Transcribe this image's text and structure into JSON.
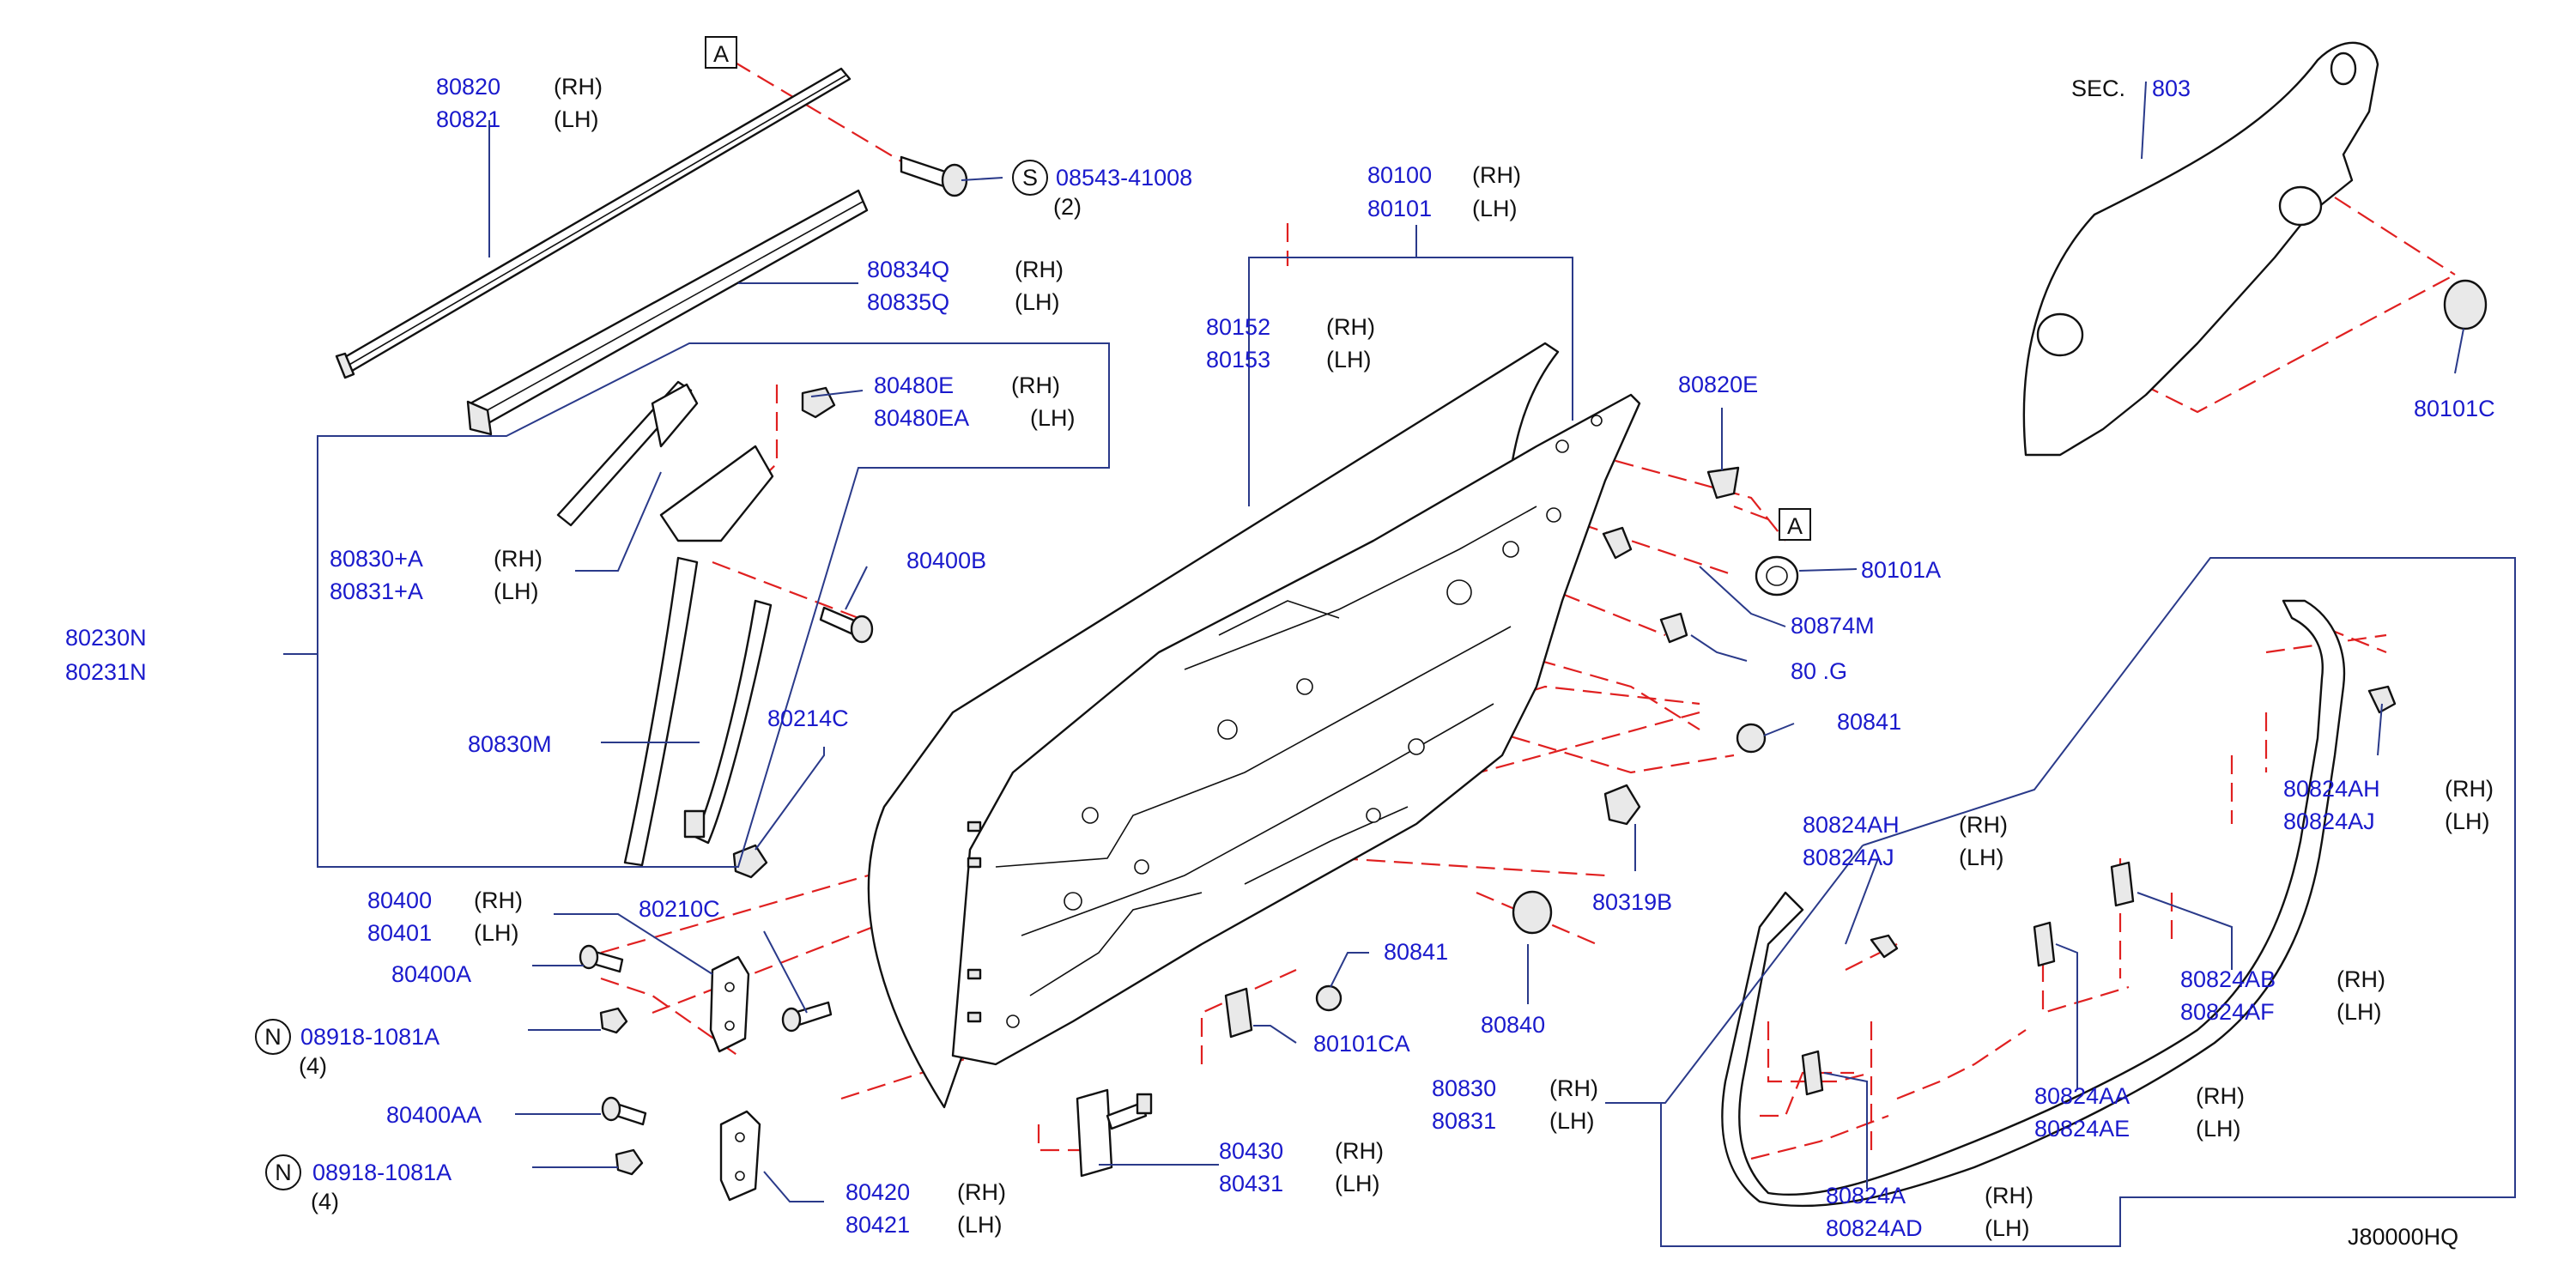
{
  "diagram": {
    "code": "J80000HQ",
    "sec_label": "SEC.",
    "sec_number": "803",
    "ref_letter": "A",
    "parts": [
      {
        "id": "p80820",
        "number": "80820",
        "side": "(RH)"
      },
      {
        "id": "p80821",
        "number": "80821",
        "side": "(LH)"
      },
      {
        "id": "p08543",
        "number": "08543-41008",
        "qty": "(2)",
        "symbol": "S"
      },
      {
        "id": "p80834q",
        "number": "80834Q",
        "side": "(RH)"
      },
      {
        "id": "p80835q",
        "number": "80835Q",
        "side": "(LH)"
      },
      {
        "id": "p80480e",
        "number": "80480E",
        "side": "(RH)"
      },
      {
        "id": "p80480ea",
        "number": "80480EA",
        "side": "(LH)"
      },
      {
        "id": "p80830a",
        "number": "80830+A",
        "side": "(RH)"
      },
      {
        "id": "p80831a",
        "number": "80831+A",
        "side": "(LH)"
      },
      {
        "id": "p80400b",
        "number": "80400B"
      },
      {
        "id": "p80230n",
        "number": "80230N"
      },
      {
        "id": "p80231n",
        "number": "80231N"
      },
      {
        "id": "p80830m",
        "number": "80830M"
      },
      {
        "id": "p80214c",
        "number": "80214C"
      },
      {
        "id": "p80400",
        "number": "80400",
        "side": "(RH)"
      },
      {
        "id": "p80401",
        "number": "80401",
        "side": "(LH)"
      },
      {
        "id": "p80210c",
        "number": "80210C"
      },
      {
        "id": "p80400a",
        "number": "80400A"
      },
      {
        "id": "p08918a",
        "number": "08918-1081A",
        "qty": "(4)",
        "symbol": "N"
      },
      {
        "id": "p80400aa",
        "number": "80400AA"
      },
      {
        "id": "p08918b",
        "number": "08918-1081A",
        "qty": "(4)",
        "symbol": "N"
      },
      {
        "id": "p80420",
        "number": "80420",
        "side": "(RH)"
      },
      {
        "id": "p80421",
        "number": "80421",
        "side": "(LH)"
      },
      {
        "id": "p80430",
        "number": "80430",
        "side": "(RH)"
      },
      {
        "id": "p80431",
        "number": "80431",
        "side": "(LH)"
      },
      {
        "id": "p80101ca",
        "number": "80101CA"
      },
      {
        "id": "p80841a",
        "number": "80841"
      },
      {
        "id": "p80840",
        "number": "80840"
      },
      {
        "id": "p80100",
        "number": "80100",
        "side": "(RH)"
      },
      {
        "id": "p80101",
        "number": "80101",
        "side": "(LH)"
      },
      {
        "id": "p80152",
        "number": "80152",
        "side": "(RH)"
      },
      {
        "id": "p80153",
        "number": "80153",
        "side": "(LH)"
      },
      {
        "id": "p80820e",
        "number": "80820E"
      },
      {
        "id": "p80101a",
        "number": "80101A"
      },
      {
        "id": "p80874m",
        "number": "80874M"
      },
      {
        "id": "p80xxg",
        "number": "80 .G"
      },
      {
        "id": "p80841b",
        "number": "80841"
      },
      {
        "id": "p80319b",
        "number": "80319B"
      },
      {
        "id": "p80101c",
        "number": "80101C"
      },
      {
        "id": "p80824ah1",
        "number": "80824AH",
        "side": "(RH)"
      },
      {
        "id": "p80824aj1",
        "number": "80824AJ",
        "side": "(LH)"
      },
      {
        "id": "p80824ah2",
        "number": "80824AH",
        "side": "(RH)"
      },
      {
        "id": "p80824aj2",
        "number": "80824AJ",
        "side": "(LH)"
      },
      {
        "id": "p80824ab",
        "number": "80824AB",
        "side": "(RH)"
      },
      {
        "id": "p80824af",
        "number": "80824AF",
        "side": "(LH)"
      },
      {
        "id": "p80824aa",
        "number": "80824AA",
        "side": "(RH)"
      },
      {
        "id": "p80824ae",
        "number": "80824AE",
        "side": "(LH)"
      },
      {
        "id": "p80824a",
        "number": "80824A",
        "side": "(RH)"
      },
      {
        "id": "p80824ad",
        "number": "80824AD",
        "side": "(LH)"
      },
      {
        "id": "p80830",
        "number": "80830",
        "side": "(RH)"
      },
      {
        "id": "p80831",
        "number": "80831",
        "side": "(LH)"
      }
    ]
  }
}
